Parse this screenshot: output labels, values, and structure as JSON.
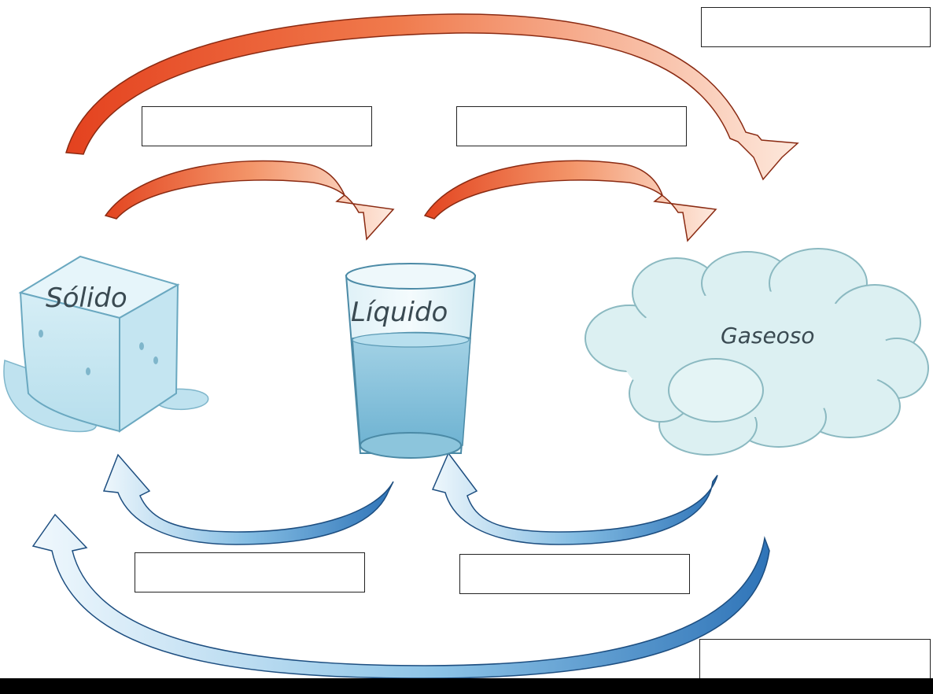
{
  "states": {
    "solid": "Sólido",
    "liquid": "Líquido",
    "gas": "Gaseoso"
  },
  "answer_boxes": [
    "",
    "",
    "",
    "",
    "",
    ""
  ],
  "colors": {
    "heating_arrow_dark": "#e8502a",
    "heating_arrow_light": "#fbe3d6",
    "cooling_arrow_dark": "#3d82c4",
    "cooling_arrow_light": "#e6f3fb",
    "ice": "#cde9f3",
    "water": "#7fbfd9",
    "cloud": "#d9eff2"
  }
}
